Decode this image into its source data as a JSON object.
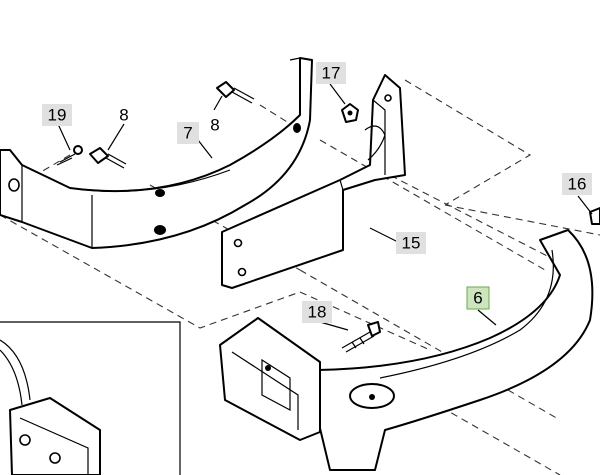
{
  "callouts": [
    {
      "id": "c19",
      "label": "19",
      "highlight": false
    },
    {
      "id": "c8a",
      "label": "8",
      "highlight": false
    },
    {
      "id": "c7",
      "label": "7",
      "highlight": false
    },
    {
      "id": "c8b",
      "label": "8",
      "highlight": false
    },
    {
      "id": "c17",
      "label": "17",
      "highlight": false
    },
    {
      "id": "c16",
      "label": "16",
      "highlight": false
    },
    {
      "id": "c15",
      "label": "15",
      "highlight": false
    },
    {
      "id": "c6",
      "label": "6",
      "highlight": true
    },
    {
      "id": "c18",
      "label": "18",
      "highlight": false
    }
  ],
  "colors": {
    "highlight_fill": "#cde4bf",
    "callout_fill": "#e0e0e0"
  }
}
